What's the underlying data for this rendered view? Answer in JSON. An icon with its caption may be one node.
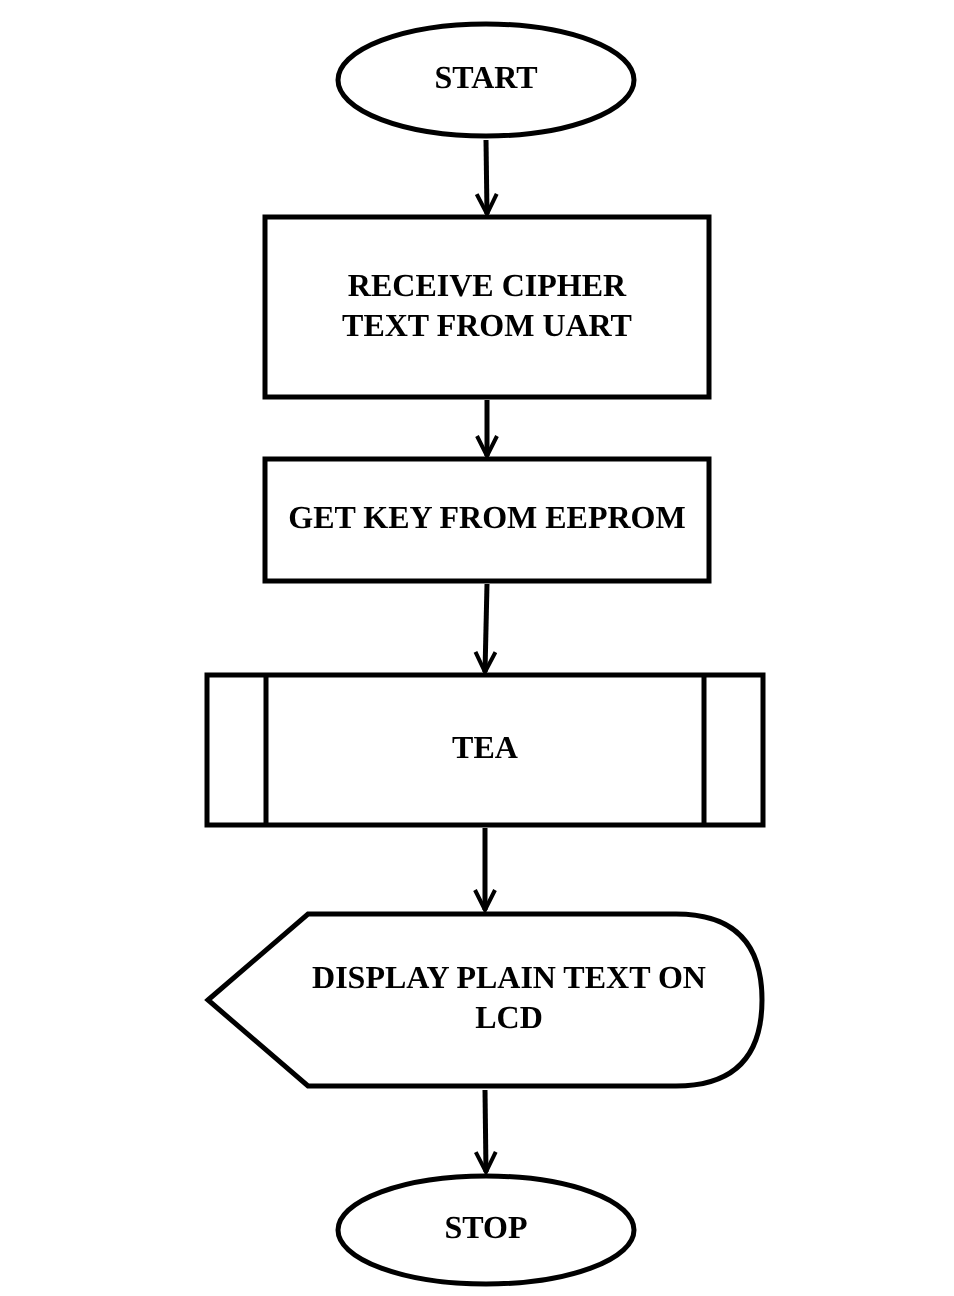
{
  "diagram": {
    "nodes": [
      {
        "text": [
          "START"
        ]
      },
      {
        "text": [
          "RECEIVE CIPHER TEXT FROM UART"
        ]
      },
      {
        "text": [
          "GET KEY FROM EEPROM"
        ]
      },
      {
        "text": [
          "TEA"
        ]
      },
      {
        "text": [
          "DISPLAY PLAIN TEXT ON LCD"
        ]
      },
      {
        "text": [
          "STOP"
        ]
      }
    ],
    "edges": [
      {
        "from": 0,
        "to": 1,
        "arrow": "to"
      },
      {
        "from": 1,
        "to": 2,
        "arrow": "to"
      },
      {
        "from": 2,
        "to": 3,
        "arrow": "to"
      },
      {
        "from": 3,
        "to": 4,
        "arrow": "to"
      },
      {
        "from": 4,
        "to": 5,
        "arrow": "to"
      }
    ]
  }
}
